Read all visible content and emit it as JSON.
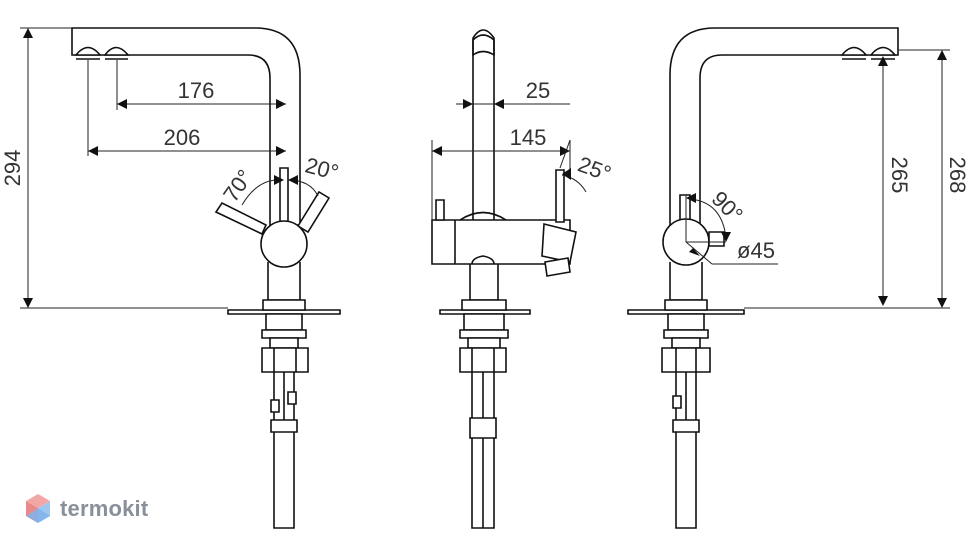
{
  "brand": {
    "name": "termokit"
  },
  "dimensions": {
    "front": {
      "total_height": "294",
      "reach_inner": "176",
      "reach_outer": "206",
      "angle_left": "70°",
      "angle_right": "20°"
    },
    "side": {
      "spout_width": "25",
      "body_length": "145",
      "angle": "25°"
    },
    "rear": {
      "height_inner": "265",
      "height_outer": "268",
      "angle": "90°",
      "diameter": "ø45"
    }
  }
}
